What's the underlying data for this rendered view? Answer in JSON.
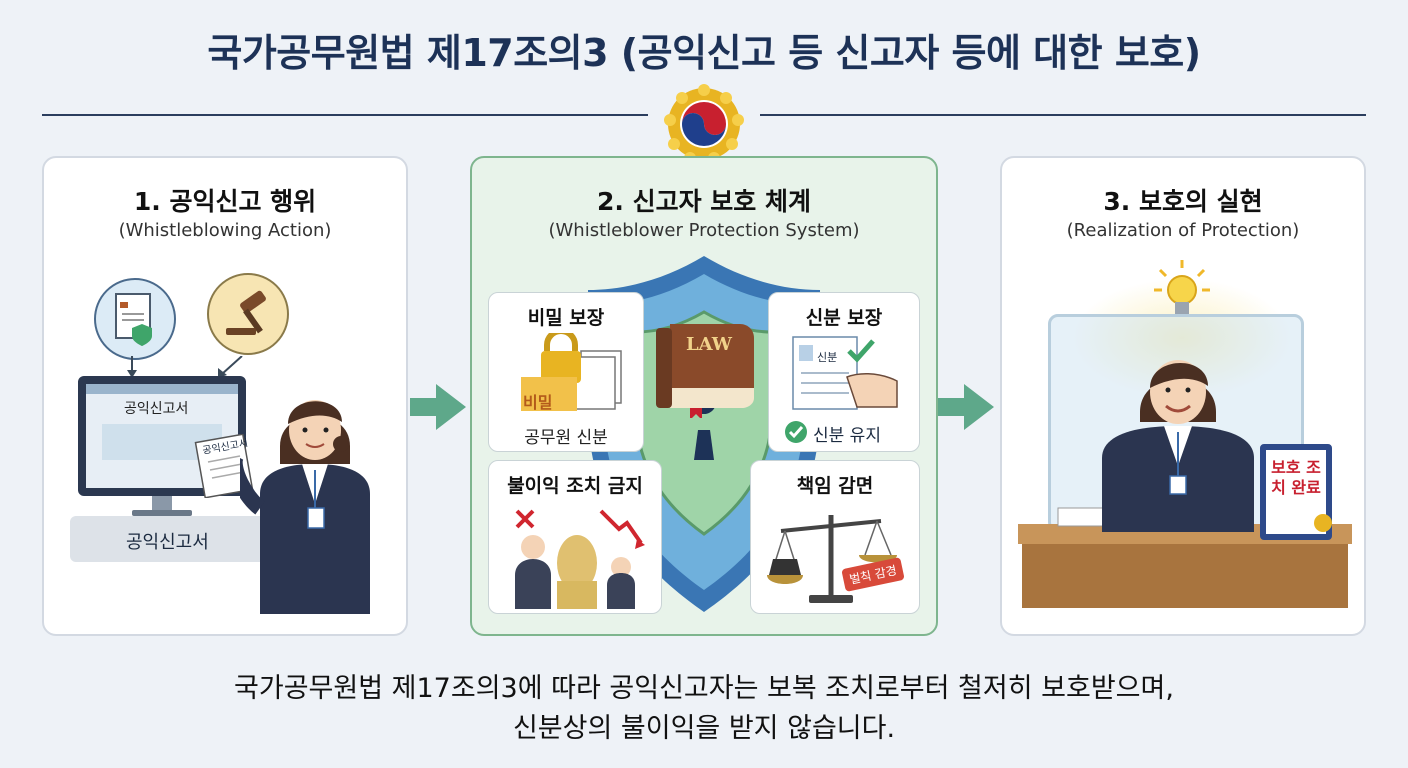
{
  "title": "국가공무원법 제17조의3 (공익신고 등 신고자 등에 대한 보호)",
  "colors": {
    "navy": "#1d3257",
    "green_panel": "#e8f3ea",
    "arrow": "#5ea88a"
  },
  "panels": [
    {
      "heading": "1. 공익신고 행위",
      "subheading": "(Whistleblowing Action)",
      "monitor_label": "공익신고서",
      "paper_label": "공익신고서",
      "base_label": "공익신고서"
    },
    {
      "heading": "2. 신고자 보호 체계",
      "subheading": "(Whistleblower Protection System)",
      "book_label": "LAW",
      "cards": [
        {
          "title": "비밀 보장",
          "caption": "공무원 신분",
          "badge": "비밀"
        },
        {
          "title": "신분 보장",
          "caption": "신분 유지",
          "doc_label": "신분"
        },
        {
          "title": "불이익 조치 금지"
        },
        {
          "title": "책임 감면",
          "tag": "벌칙 감경"
        }
      ]
    },
    {
      "heading": "3. 보호의 실현",
      "subheading": "(Realization of Protection)",
      "plaque": "보호 조치 완료"
    }
  ],
  "footer": {
    "line1": "국가공무원법 제17조의3에 따라 공익신고자는 보복 조치로부터  철저히 보호받으며,",
    "line2": "신분상의 불이익을 받지 않습니다."
  }
}
